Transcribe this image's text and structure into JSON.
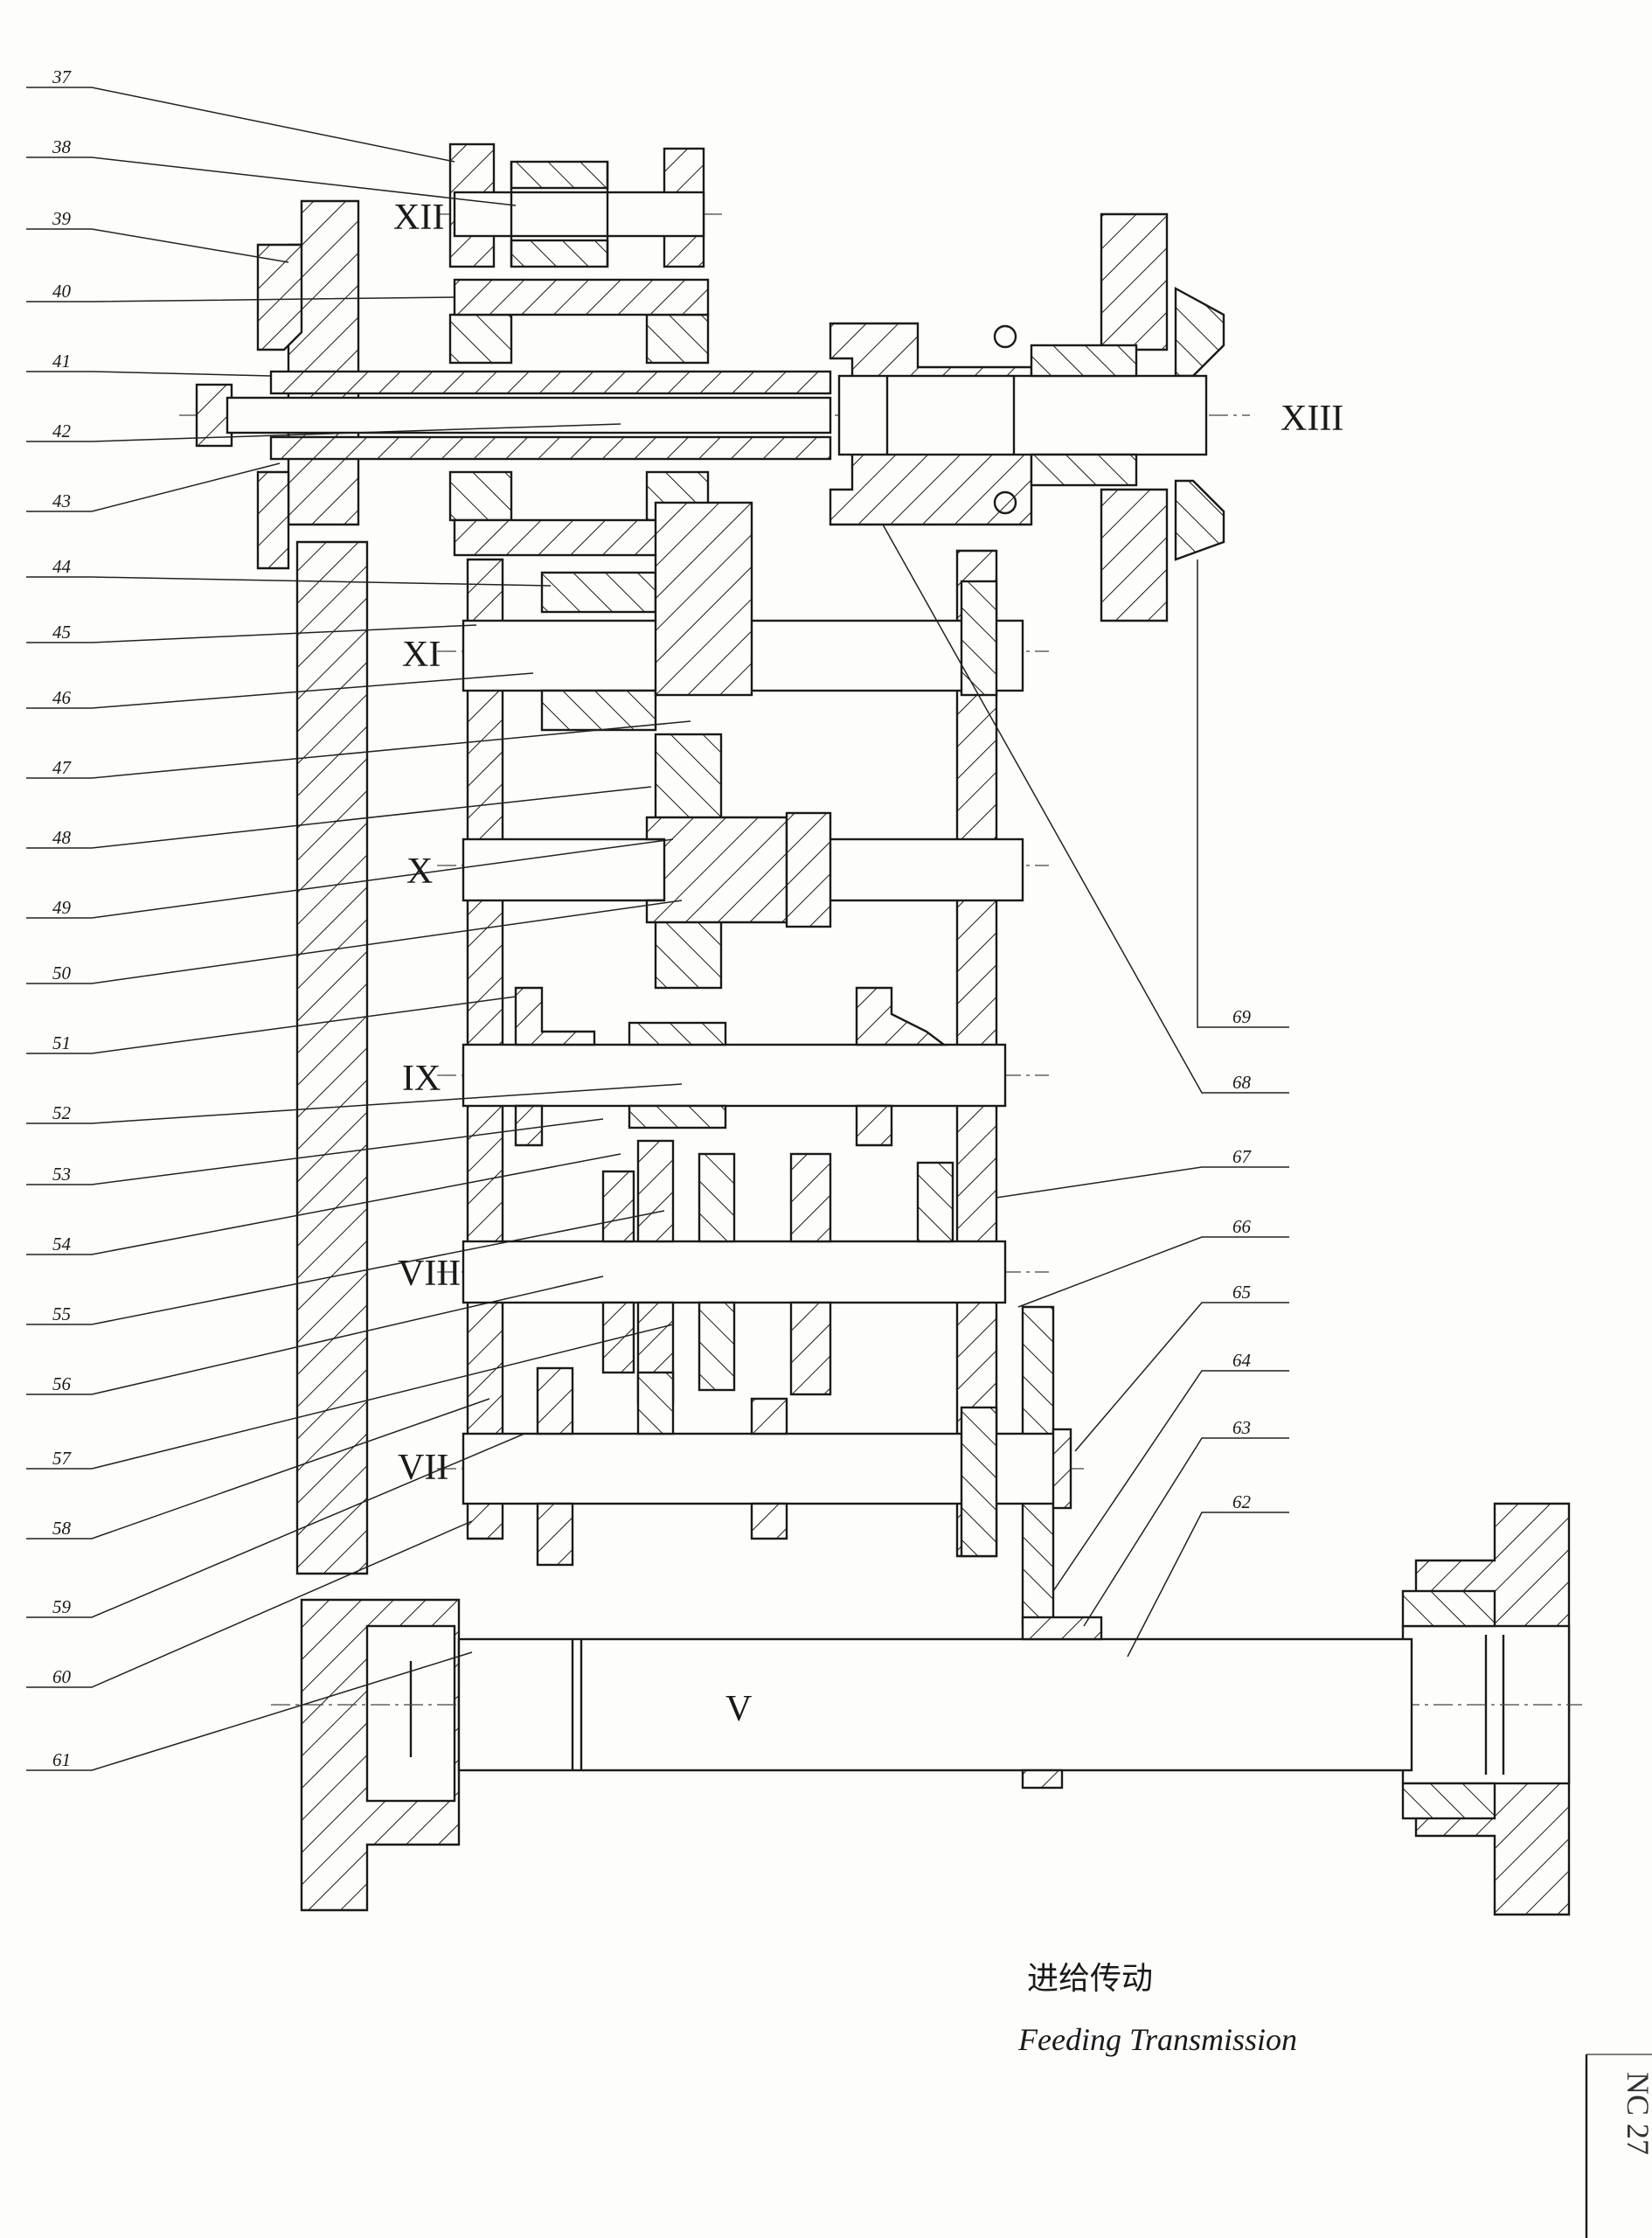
{
  "callouts_left": [
    "37",
    "38",
    "39",
    "40",
    "41",
    "42",
    "43",
    "44",
    "45",
    "46",
    "47",
    "48",
    "49",
    "50",
    "51",
    "52",
    "53",
    "54",
    "55",
    "56",
    "57",
    "58",
    "59",
    "60",
    "61"
  ],
  "callouts_right": [
    "69",
    "68",
    "67",
    "66",
    "65",
    "64",
    "63",
    "62"
  ],
  "shaft_labels": {
    "xii": "XII",
    "xiii": "XIII",
    "xi": "XI",
    "x": "X",
    "ix": "IX",
    "viii": "VIII",
    "vii": "VII",
    "v": "V"
  },
  "caption": {
    "chinese": "进给传动",
    "english": "Feeding Transmission"
  },
  "sheet_number": "NC 27"
}
